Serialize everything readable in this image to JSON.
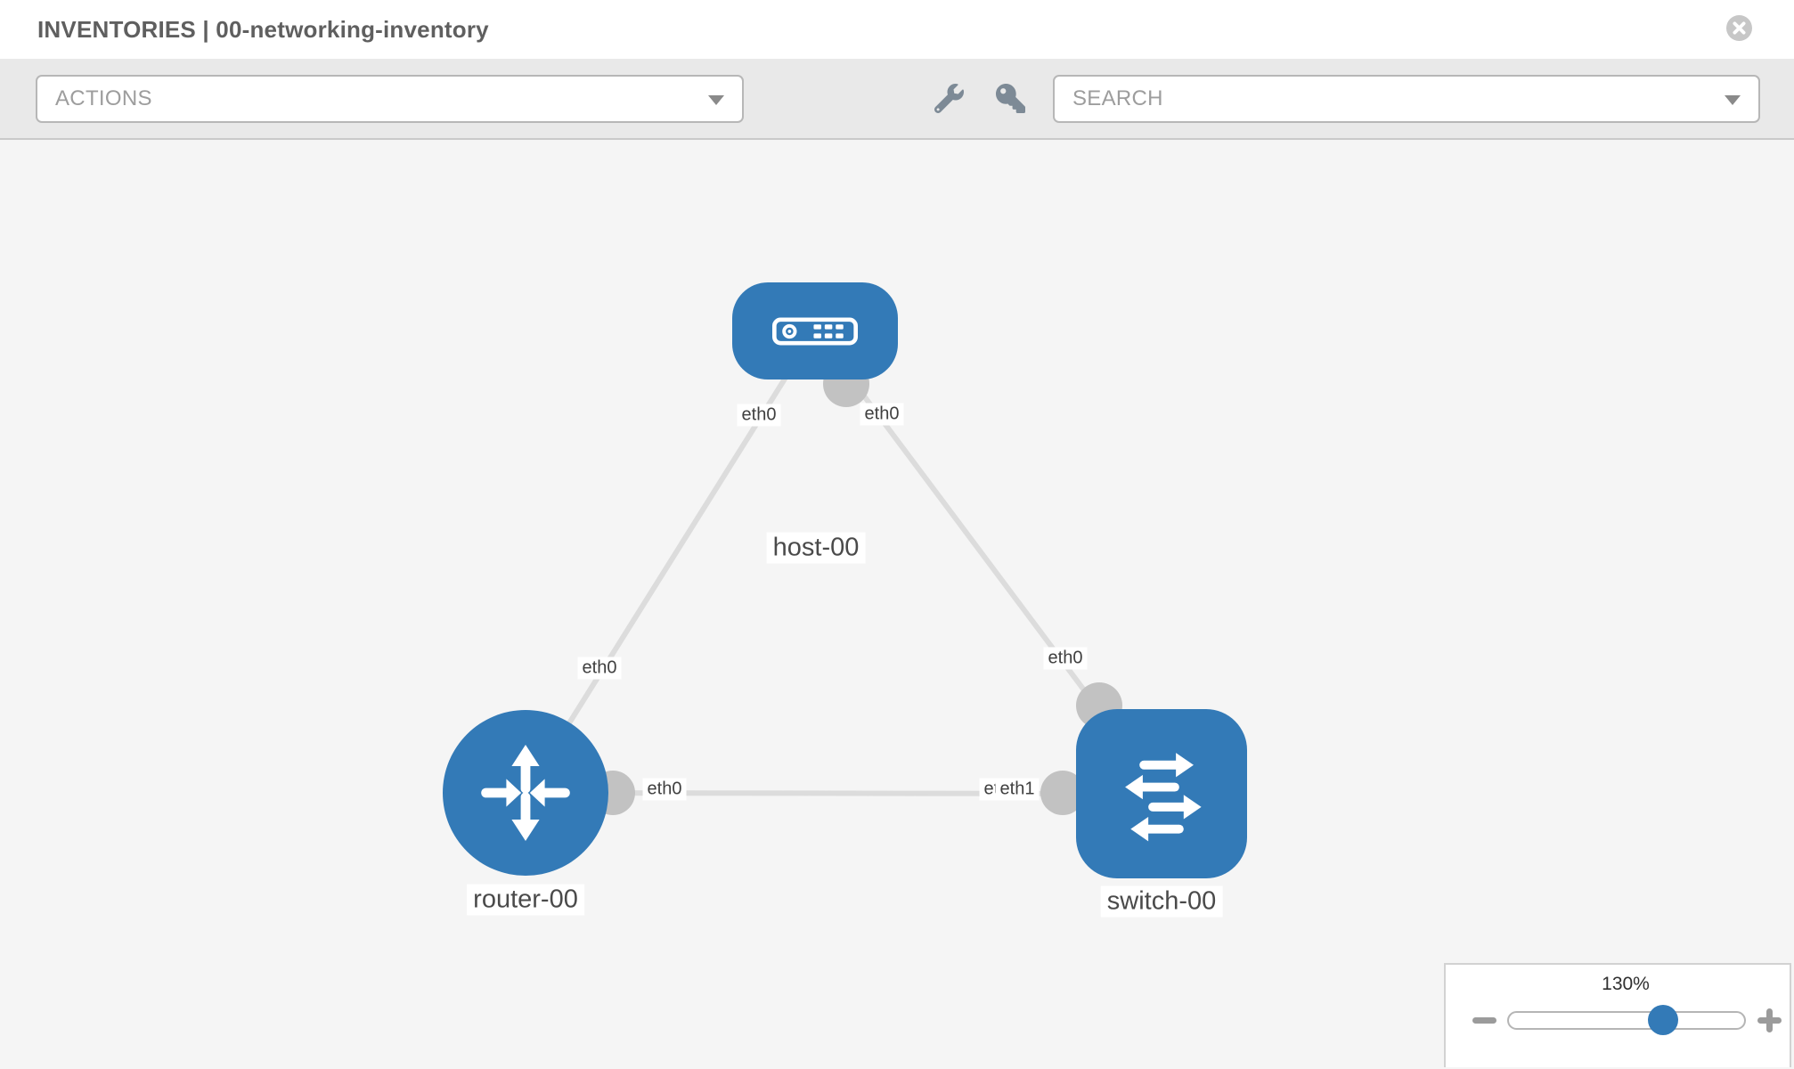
{
  "header": {
    "title": "INVENTORIES | 00-networking-inventory",
    "close_icon": "close-icon"
  },
  "toolbar": {
    "actions": {
      "label": "ACTIONS"
    },
    "search": {
      "label": "SEARCH"
    },
    "icons": [
      {
        "name": "wrench-icon"
      },
      {
        "name": "key-icon"
      }
    ]
  },
  "topology": {
    "nodes": [
      {
        "id": "host-00",
        "type": "host",
        "label": "host-00",
        "icon": "host-icon",
        "color": "#337ab7"
      },
      {
        "id": "router-00",
        "type": "router",
        "label": "router-00",
        "icon": "router-icon",
        "color": "#337ab7"
      },
      {
        "id": "switch-00",
        "type": "switch",
        "label": "switch-00",
        "icon": "switch-icon",
        "color": "#337ab7"
      }
    ],
    "links": [
      {
        "from": "host-00",
        "to": "router-00",
        "from_port": "eth0",
        "to_port": "eth0"
      },
      {
        "from": "host-00",
        "to": "switch-00",
        "from_port": "eth0",
        "to_port": "eth0"
      },
      {
        "from": "router-00",
        "to": "switch-00",
        "from_port": "eth0",
        "to_ports": [
          "eth0",
          "eth1"
        ]
      }
    ]
  },
  "zoom_control": {
    "level": "130%"
  },
  "colors": {
    "node_blue": "#337ab7",
    "link_gray": "#dcdcdc",
    "port_circle_gray": "#c2c2c2",
    "toolbar_bg": "#e9e9e9",
    "canvas_bg": "#f5f5f5"
  }
}
